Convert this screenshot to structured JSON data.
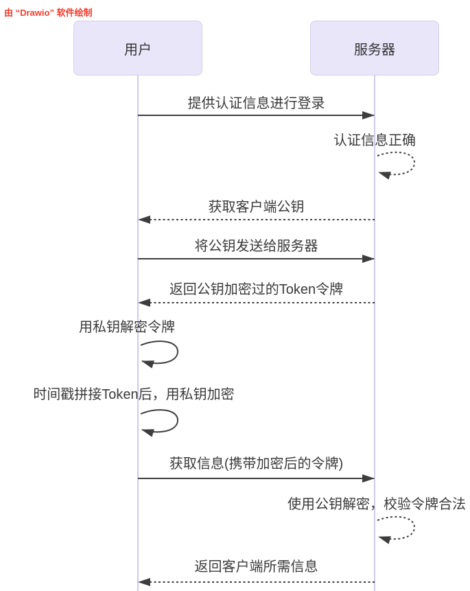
{
  "watermark": {
    "text": "由 “Drawio” 软件绘制",
    "color": "#F23C2C"
  },
  "actors": [
    {
      "id": "user",
      "label": "用户"
    },
    {
      "id": "server",
      "label": "服务器"
    }
  ],
  "messages": [
    {
      "label": "提供认证信息进行登录",
      "from": "user",
      "to": "server",
      "line": "solid"
    },
    {
      "label": "认证信息正确",
      "type": "self-loop",
      "on": "server",
      "line": "dashed"
    },
    {
      "label": "获取客户端公钥",
      "from": "server",
      "to": "user",
      "line": "dashed"
    },
    {
      "label": "将公钥发送给服务器",
      "from": "user",
      "to": "server",
      "line": "solid"
    },
    {
      "label": "返回公钥加密过的Token令牌",
      "from": "server",
      "to": "user",
      "line": "dashed"
    },
    {
      "label": "用私钥解密令牌",
      "type": "self-loop",
      "on": "user",
      "line": "solid"
    },
    {
      "label": "时间戳拼接Token后，用私钥加密",
      "type": "self-loop",
      "on": "user",
      "line": "solid"
    },
    {
      "label": "获取信息(携带加密后的令牌)",
      "from": "user",
      "to": "server",
      "line": "solid"
    },
    {
      "label": "使用公钥解密，校验令牌合法",
      "type": "self-loop",
      "on": "server",
      "line": "dashed"
    },
    {
      "label": "返回客户端所需信息",
      "from": "server",
      "to": "user",
      "line": "dashed"
    }
  ],
  "colors": {
    "actor_fill": "#E9E6FA",
    "actor_border": "#D5CFEA",
    "lifeline": "#CFC9EC",
    "arrow": "#3D3D3D",
    "label_text": "#3A3A3A",
    "watermark_red": "#F23C2C"
  }
}
